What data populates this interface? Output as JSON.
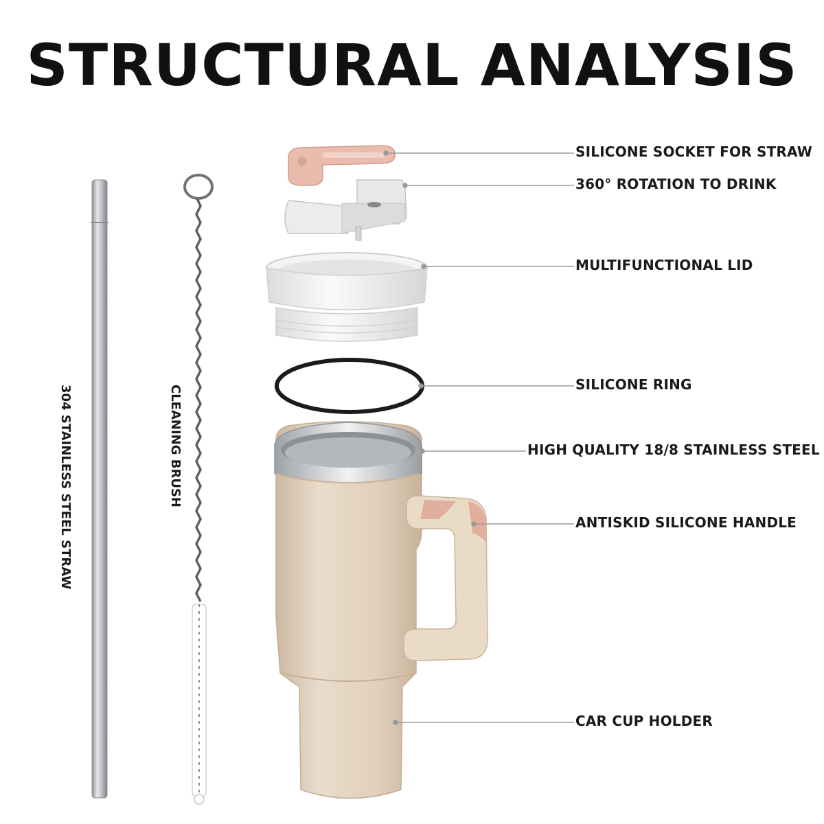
{
  "title": "STRUCTURAL ANALYSIS",
  "side_labels": {
    "straw": "304 STAINLESS STEEL STRAW",
    "brush": "CLEANING BRUSH"
  },
  "callouts": [
    {
      "id": "socket",
      "text": "SILICONE SOCKET FOR STRAW"
    },
    {
      "id": "rotation",
      "text": "360° ROTATION TO DRINK"
    },
    {
      "id": "lid",
      "text": "MULTIFUNCTIONAL LID"
    },
    {
      "id": "ring",
      "text": "SILICONE RING"
    },
    {
      "id": "steel",
      "text": "HIGH QUALITY 18/8 STAINLESS STEEL"
    },
    {
      "id": "handle",
      "text": "ANTISKID SILICONE HANDLE"
    },
    {
      "id": "holder",
      "text": "CAR CUP HOLDER"
    }
  ],
  "colors": {
    "tumbler": "#ddcbb5",
    "pink_silicone": "#e7b8aa",
    "lid_white": "#f2f2f2",
    "steel": "#b9bcbf",
    "leader_line": "#9a9a9a"
  }
}
